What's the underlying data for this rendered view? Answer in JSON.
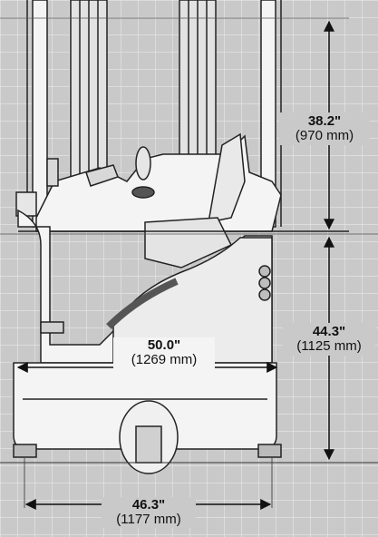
{
  "dimensions": {
    "overhead_height": {
      "value": "38.2\"",
      "metric": "(970 mm)"
    },
    "seat_height": {
      "value": "44.3\"",
      "metric": "(1125 mm)"
    },
    "chassis_width": {
      "value": "50.0\"",
      "metric": "(1269 mm)"
    },
    "base_width": {
      "value": "46.3\"",
      "metric": "(1177 mm)"
    }
  },
  "colors": {
    "background": "#c9c9c9",
    "grid": "#e4e4e4",
    "outline": "#222222",
    "body_fill": "#f4f4f4"
  }
}
